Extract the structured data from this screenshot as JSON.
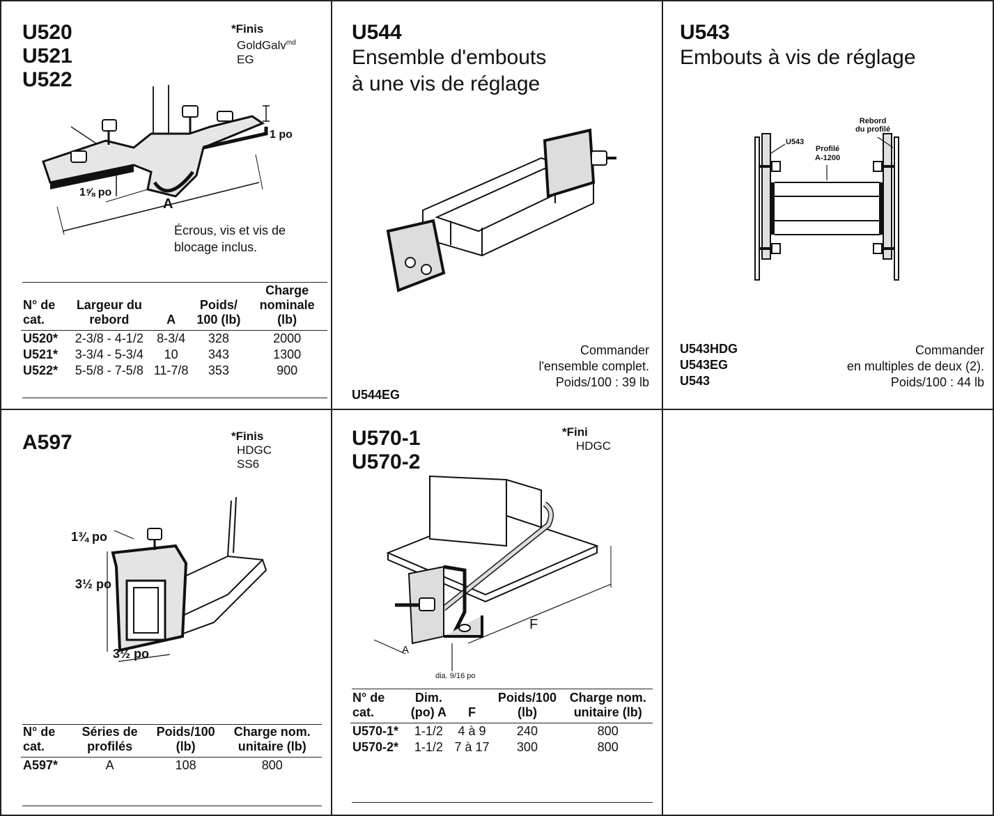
{
  "u520": {
    "codes": [
      "U520",
      "U521",
      "U522"
    ],
    "finish_title": "*Finis",
    "finishes": [
      "GoldGalv",
      "EG"
    ],
    "finish_sup": "md",
    "dim_height": "1 po",
    "dim_flange": "1⅝ po",
    "dim_a": "A",
    "note_line1": "Écrous, vis et vis de",
    "note_line2": "blocage inclus.",
    "table": {
      "headers": [
        "N° de cat.",
        "Largeur du rebord",
        "A",
        "Poids/ 100 (lb)",
        "Charge nominale (lb)"
      ],
      "rows": [
        [
          "U520*",
          "2-3/8 - 4-1/2",
          "8-3/4",
          "328",
          "2000"
        ],
        [
          "U521*",
          "3-3/4 - 5-3/4",
          "10",
          "343",
          "1300"
        ],
        [
          "U522*",
          "5-5/8 - 7-5/8",
          "11-7/8",
          "353",
          "900"
        ]
      ]
    }
  },
  "u544": {
    "code": "U544",
    "title_line1": "Ensemble d'embouts",
    "title_line2": "à une vis de réglage",
    "order_line1": "Commander",
    "order_line2": "l'ensemble complet.",
    "weight": "Poids/100 : 39 lb",
    "variant": "U544EG"
  },
  "u543": {
    "code": "U543",
    "title": "Embouts à vis de réglage",
    "label_rebord1": "Rebord",
    "label_rebord2": "du profilé",
    "label_u543": "U543",
    "label_profile1": "Profilé",
    "label_profile2": "A-1200",
    "variants": [
      "U543HDG",
      "U543EG",
      "U543"
    ],
    "order_line1": "Commander",
    "order_line2": "en multiples de deux (2).",
    "weight": "Poids/100 : 44 lb"
  },
  "a597": {
    "code": "A597",
    "finish_title": "*Finis",
    "finishes": [
      "HDGC",
      "SS6"
    ],
    "dim_top": "1¾ po",
    "dim_height": "3½ po",
    "dim_width": "3½ po",
    "table": {
      "headers": [
        "N° de cat.",
        "Séries de profilés",
        "Poids/100 (lb)",
        "Charge nom. unitaire (lb)"
      ],
      "rows": [
        [
          "A597*",
          "A",
          "108",
          "800"
        ]
      ]
    }
  },
  "u570": {
    "codes": [
      "U570-1",
      "U570-2"
    ],
    "finish_title": "*Fini",
    "finishes": [
      "HDGC"
    ],
    "dim_f": "F",
    "dim_a": "A",
    "dia": "dia. 9/16 po",
    "table": {
      "headers": [
        "N° de cat.",
        "Dim. (po) A",
        "F",
        "Poids/100 (lb)",
        "Charge nom. unitaire (lb)"
      ],
      "rows": [
        [
          "U570-1*",
          "1-1/2",
          "4 à 9",
          "240",
          "800"
        ],
        [
          "U570-2*",
          "1-1/2",
          "7 à 17",
          "300",
          "800"
        ]
      ]
    }
  }
}
